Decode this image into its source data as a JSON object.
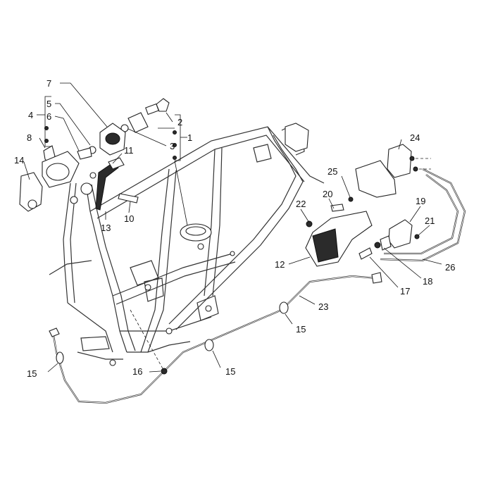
{
  "callouts": [
    {
      "id": "c1",
      "text": "1"
    },
    {
      "id": "c2",
      "text": "2"
    },
    {
      "id": "c3",
      "text": "3"
    },
    {
      "id": "c4",
      "text": "4"
    },
    {
      "id": "c5",
      "text": "5"
    },
    {
      "id": "c6",
      "text": "6"
    },
    {
      "id": "c7",
      "text": "7"
    },
    {
      "id": "c8",
      "text": "8"
    },
    {
      "id": "c10",
      "text": "10"
    },
    {
      "id": "c11",
      "text": "11"
    },
    {
      "id": "c12",
      "text": "12"
    },
    {
      "id": "c13",
      "text": "13"
    },
    {
      "id": "c14",
      "text": "14"
    },
    {
      "id": "c15a",
      "text": "15"
    },
    {
      "id": "c15b",
      "text": "15"
    },
    {
      "id": "c15c",
      "text": "15"
    },
    {
      "id": "c16",
      "text": "16"
    },
    {
      "id": "c17",
      "text": "17"
    },
    {
      "id": "c18",
      "text": "18"
    },
    {
      "id": "c19",
      "text": "19"
    },
    {
      "id": "c20",
      "text": "20"
    },
    {
      "id": "c21",
      "text": "21"
    },
    {
      "id": "c22",
      "text": "22"
    },
    {
      "id": "c23",
      "text": "23"
    },
    {
      "id": "c24",
      "text": "24"
    },
    {
      "id": "c25",
      "text": "25"
    },
    {
      "id": "c26",
      "text": "26"
    }
  ],
  "colors": {
    "line": "#222222",
    "fill_dark": "#2b2b2b",
    "background": "#ffffff"
  }
}
